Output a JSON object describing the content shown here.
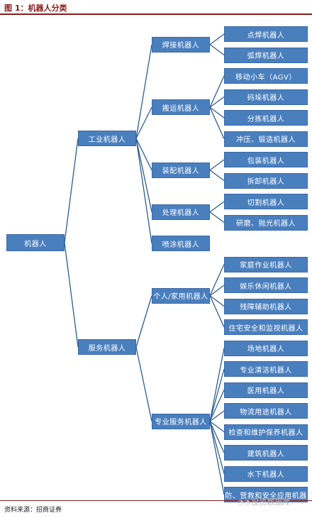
{
  "figure_title": "图 1：机器人分类",
  "source": "资料来源：招商证券",
  "watermark": "投资数据库",
  "tree": {
    "label": "机器人",
    "children": [
      {
        "label": "工业机器人",
        "children": [
          {
            "label": "焊接机器人",
            "children": [
              {
                "label": "点焊机器人"
              },
              {
                "label": "弧焊机器人"
              }
            ]
          },
          {
            "label": "搬运机器人",
            "children": [
              {
                "label": "移动小车（AGV）"
              },
              {
                "label": "码垛机器人"
              },
              {
                "label": "分拣机器人"
              },
              {
                "label": "冲压、锻造机器人"
              }
            ]
          },
          {
            "label": "装配机器人",
            "children": [
              {
                "label": "包装机器人"
              },
              {
                "label": "拆卸机器人"
              }
            ]
          },
          {
            "label": "处理机器人",
            "children": [
              {
                "label": "切割机器人"
              },
              {
                "label": "研磨、抛光机器人"
              }
            ]
          },
          {
            "label": "喷涂机器人",
            "children": []
          }
        ]
      },
      {
        "label": "服务机器人",
        "children": [
          {
            "label": "个人/家用机器人",
            "children": [
              {
                "label": "家庭作业机器人"
              },
              {
                "label": "娱乐休闲机器人"
              },
              {
                "label": "残障辅助机器人"
              },
              {
                "label": "住宅安全和监视机器人"
              }
            ]
          },
          {
            "label": "专业服务机器人",
            "children": [
              {
                "label": "场地机器人"
              },
              {
                "label": "专业清洁机器人"
              },
              {
                "label": "医用机器人"
              },
              {
                "label": "物流用途机器人"
              },
              {
                "label": "检查和维护保养机器人"
              },
              {
                "label": "建筑机器人"
              },
              {
                "label": "水下机器人"
              },
              {
                "label": "国防、营救和安全应用机器人"
              }
            ]
          }
        ]
      }
    ]
  }
}
